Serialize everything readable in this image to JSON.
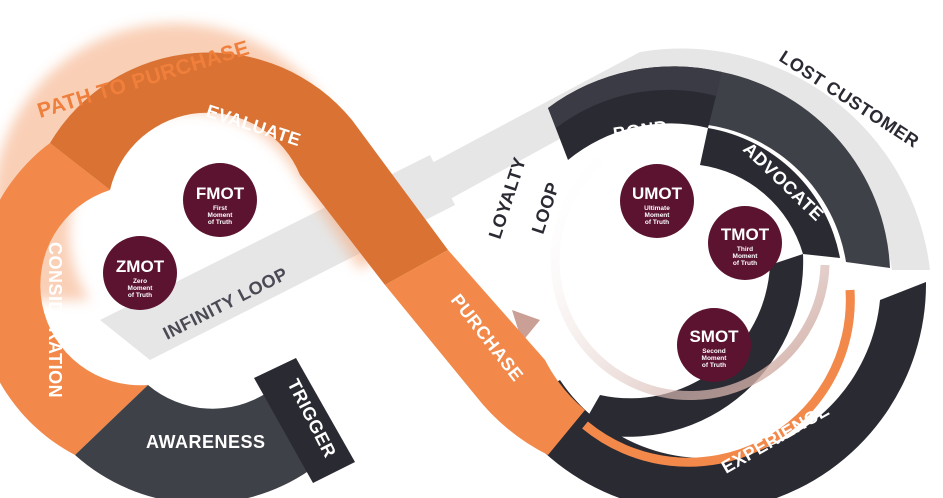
{
  "title": "PATH TO PURCHASE",
  "colors": {
    "orange_dark": "#d97232",
    "orange_light": "#f2894a",
    "charcoal": "#2a2a33",
    "slate": "#3f4148",
    "grey_band": "#e6e6e6",
    "grey_text": "#4a4a55",
    "maroon": "#5b1330",
    "title_orange": "#f07f3c"
  },
  "segments": {
    "evaluate": "EVALUATE",
    "consideration": "CONSIDERATION",
    "awareness": "AWARENESS",
    "trigger": "TRIGGER",
    "purchase": "PURCHASE",
    "bond": "BOND",
    "advocate": "ADVOCATE",
    "experience": "EXPERIENCE",
    "lost_customer": "LOST CUSTOMER",
    "infinity_loop": "INFINITY LOOP",
    "loyalty_loop_1": "LOYALTY",
    "loyalty_loop_2": "LOOP"
  },
  "moments": {
    "fmot": {
      "title": "FMOT",
      "line1": "First",
      "line2": "Moment",
      "line3": "of Truth"
    },
    "zmot": {
      "title": "ZMOT",
      "line1": "Zero",
      "line2": "Moment",
      "line3": "of Truth"
    },
    "umot": {
      "title": "UMOT",
      "line1": "Ultimate",
      "line2": "Moment",
      "line3": "of Truth"
    },
    "tmot": {
      "title": "TMOT",
      "line1": "Third",
      "line2": "Moment",
      "line3": "of Truth"
    },
    "smot": {
      "title": "SMOT",
      "line1": "Second",
      "line2": "Moment",
      "line3": "of Truth"
    }
  }
}
